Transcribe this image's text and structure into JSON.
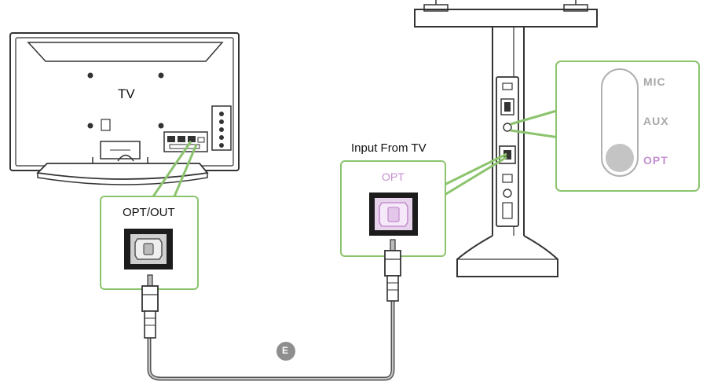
{
  "labels": {
    "tv": "TV",
    "opt_out": "OPT/OUT",
    "input_from_tv": "Input From TV",
    "opt_port": "OPT",
    "cable": "E"
  },
  "switch": {
    "positions": [
      "MIC",
      "AUX",
      "OPT"
    ],
    "selected": "OPT"
  },
  "colors": {
    "callout_green": "#8cc46e",
    "optical_purple": "#c58fd0",
    "switch_text": "#a8a8a8",
    "line": "#333333"
  }
}
